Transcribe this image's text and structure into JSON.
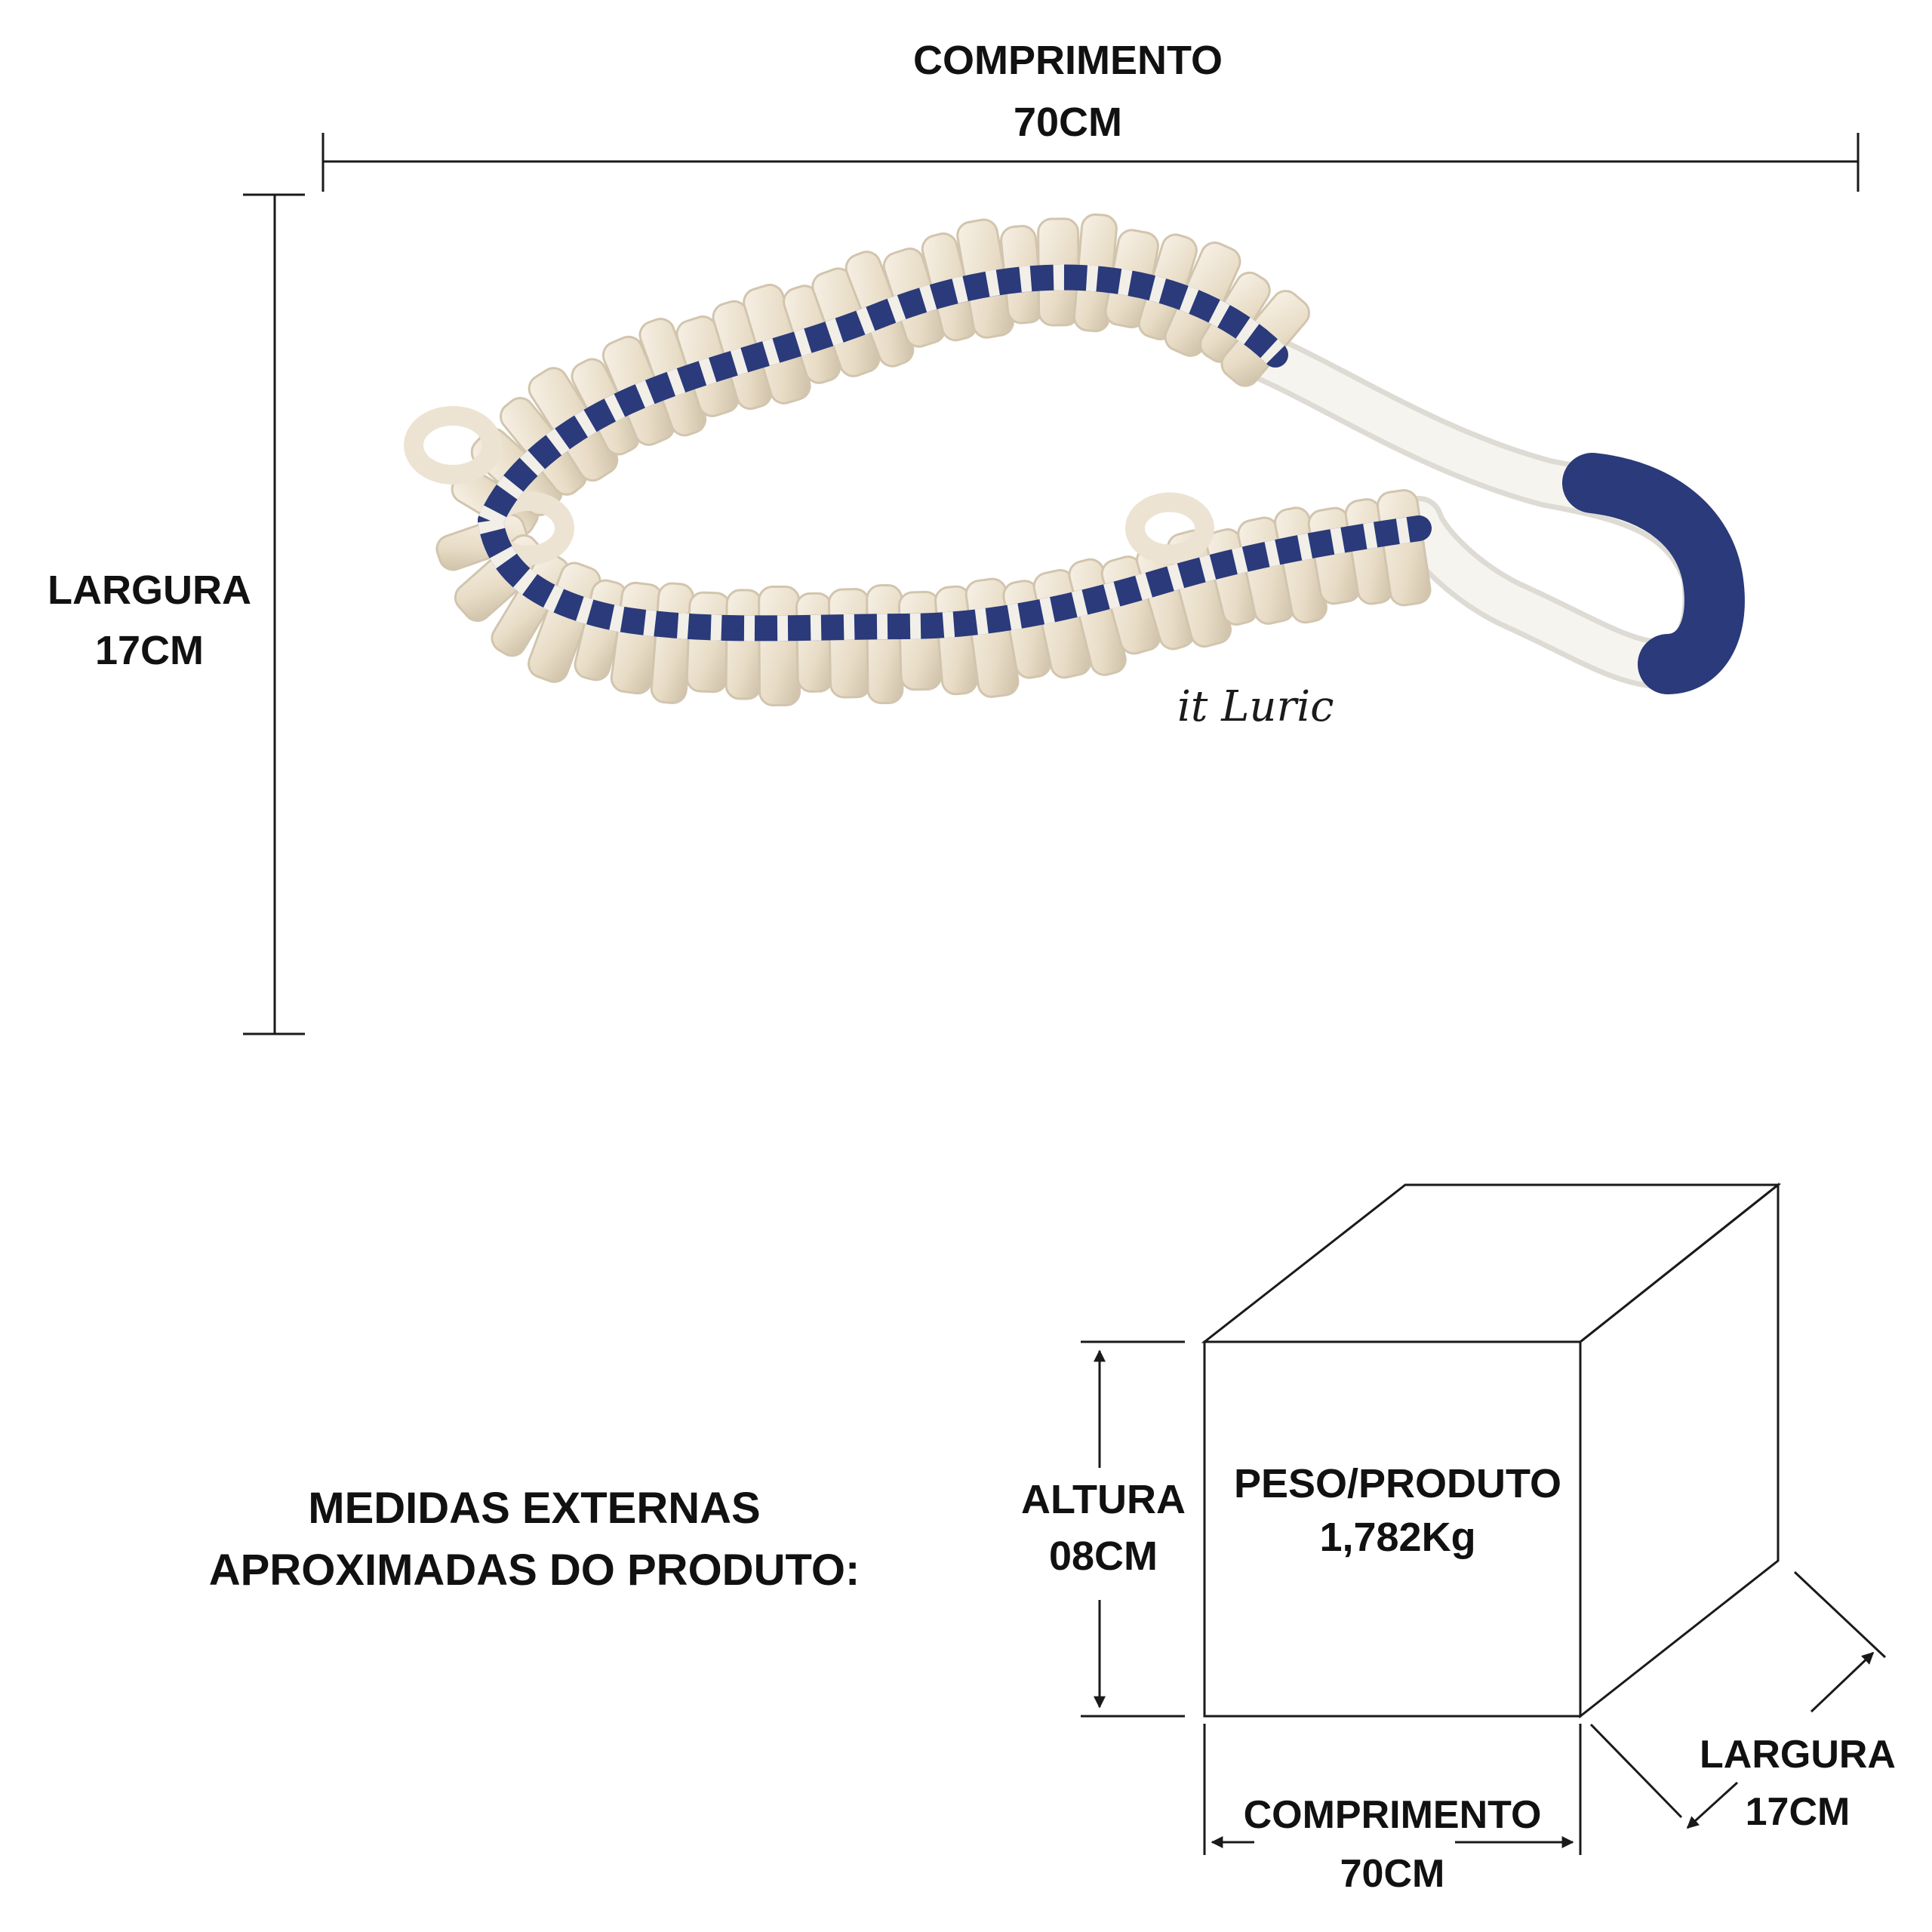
{
  "top": {
    "length_label": "COMPRIMENTO",
    "length_value": "70CM",
    "width_label": "LARGURA",
    "width_value": "17CM"
  },
  "watermark": {
    "text": "it Luric"
  },
  "caption": {
    "line1": "MEDIDAS EXTERNAS",
    "line2": "APROXIMADAS DO PRODUTO:"
  },
  "box": {
    "height_label": "ALTURA",
    "height_value": "08CM",
    "weight_label": "PESO/PRODUTO",
    "weight_value": "1,782Kg",
    "length_label": "COMPRIMENTO",
    "length_value": "70CM",
    "width_label": "LARGURA",
    "width_value": "17CM"
  },
  "colors": {
    "ceramic": "#ece3d2",
    "ceramic_shadow": "#d2c5ae",
    "navy": "#2a3a7a",
    "cord_white": "#f4f2ee",
    "line": "#1a1a1a"
  }
}
